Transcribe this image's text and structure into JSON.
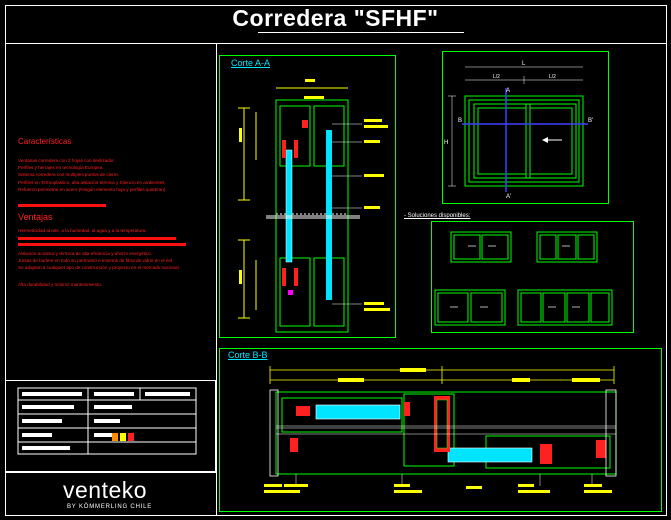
{
  "title": "Corredera \"SFHF\"",
  "sections": {
    "corte_aa": "Corte A-A",
    "corte_bb": "Corte B-B",
    "soluciones": "- Soluciones disponibles:"
  },
  "caracteristicas": {
    "heading": "Características",
    "lines": [
      "Ventanas corredera con 2 hojas con deslizador.",
      "Perfiles y herrajes en tecnología Europea.",
      "Sistema corredera con multiples puntos de cierre.",
      "Perfiles en Termoplastico, alta aislación térmica y Silencio en ambientes.",
      "Refuerzo perimetral en acero (Ningún elemento hoja y perfiles quiebran)."
    ]
  },
  "ventajas": {
    "heading": "Ventajas",
    "lines": [
      "Hermeticidad al aire, a la humedad, al agua y a la temperatura.",
      "Aislación acústica y térmica de alta eficiencia y ahorro energético.",
      "Juntas de burlete en todo su perímetro e insertos de fibra de vidrio en el riel.",
      "Se adaptan a cualquier tipo de construcción y proyecto en el mercado nacional.",
      "Alta durabilidad y mínimo mantenimiento."
    ]
  },
  "plan_dims": {
    "width": "L",
    "half_left": "L/2",
    "half_right": "L/2",
    "height": "H",
    "section_a_top": "A",
    "section_a_bottom": "A'",
    "section_b_left": "B",
    "section_b_right": "B'"
  },
  "brand": {
    "name": "venteko",
    "tagline": "BY KÖMMERLING CHILE"
  },
  "colors": {
    "frame": "#ffffff",
    "drawing": "#00ff00",
    "glass": "#00e5ff",
    "text_red": "#ff2020",
    "annotation": "#ffff00"
  }
}
